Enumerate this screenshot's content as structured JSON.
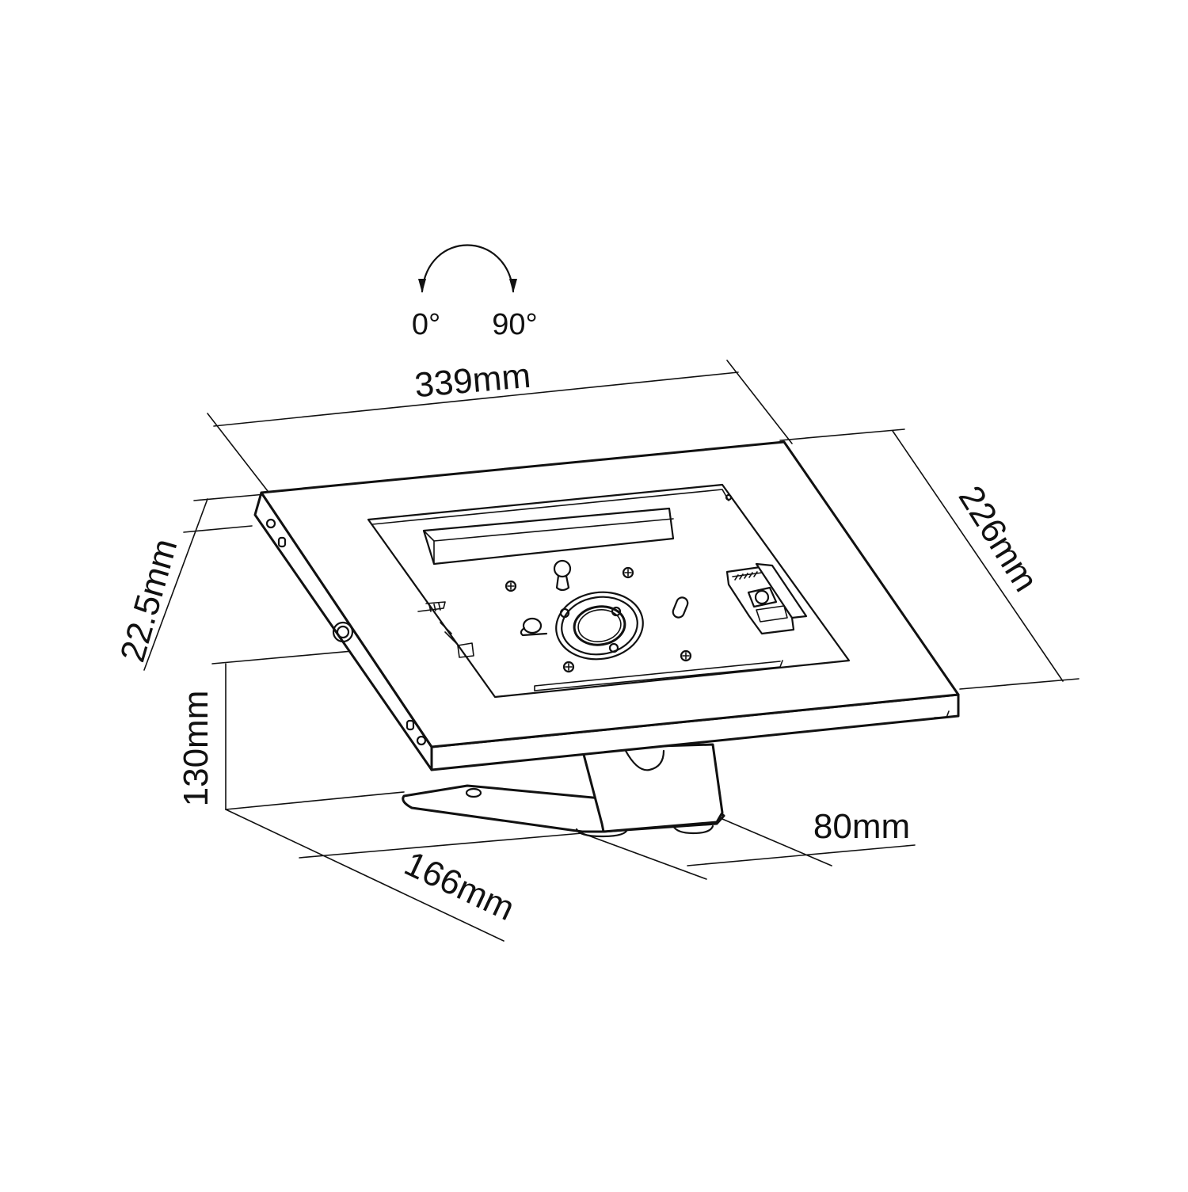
{
  "rotation": {
    "start_label": "0°",
    "end_label": "90°"
  },
  "dimensions": {
    "width": "339mm",
    "depth": "226mm",
    "thickness": "22.5mm",
    "height": "130mm",
    "base_depth": "166mm",
    "base_width": "80mm"
  },
  "icons": {
    "rotation": "rotation-arrow-icon"
  },
  "colors": {
    "line": "#111111",
    "background": "#ffffff"
  }
}
